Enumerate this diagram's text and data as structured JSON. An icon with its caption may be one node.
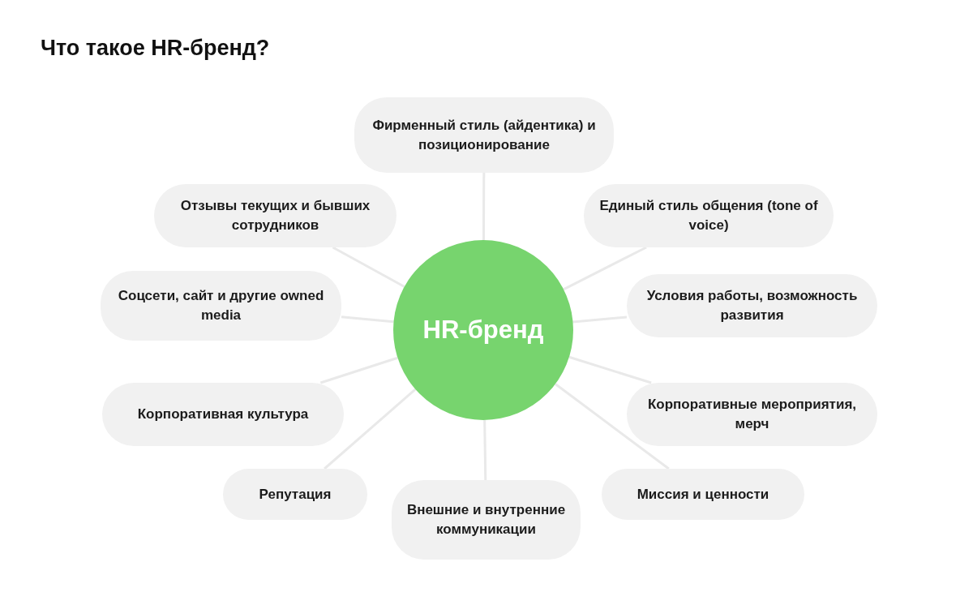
{
  "diagram": {
    "title": "Что такое HR-бренд?",
    "nodes": [
      {
        "text": [
          "HR-бренд"
        ]
      },
      {
        "text": [
          "Фирменный стиль (айдентика) и позиционирование"
        ]
      },
      {
        "text": [
          "Отзывы текущих и бывших сотрудников"
        ]
      },
      {
        "text": [
          "Единый стиль общения (tone of voice)"
        ]
      },
      {
        "text": [
          "Соцсети, сайт и другие owned media"
        ]
      },
      {
        "text": [
          "Условия работы, возможность развития"
        ]
      },
      {
        "text": [
          "Корпоративная культура"
        ]
      },
      {
        "text": [
          "Корпоративные мероприятия, мерч"
        ]
      },
      {
        "text": [
          "Репутация"
        ]
      },
      {
        "text": [
          "Миссия и ценности"
        ]
      },
      {
        "text": [
          "Внешние и внутренние коммуникации"
        ]
      }
    ],
    "edges": [
      {
        "from": 0,
        "to": 1,
        "arrow": "none"
      },
      {
        "from": 0,
        "to": 2,
        "arrow": "none"
      },
      {
        "from": 0,
        "to": 3,
        "arrow": "none"
      },
      {
        "from": 0,
        "to": 4,
        "arrow": "none"
      },
      {
        "from": 0,
        "to": 5,
        "arrow": "none"
      },
      {
        "from": 0,
        "to": 6,
        "arrow": "none"
      },
      {
        "from": 0,
        "to": 7,
        "arrow": "none"
      },
      {
        "from": 0,
        "to": 8,
        "arrow": "none"
      },
      {
        "from": 0,
        "to": 9,
        "arrow": "none"
      },
      {
        "from": 0,
        "to": 10,
        "arrow": "none"
      }
    ]
  }
}
